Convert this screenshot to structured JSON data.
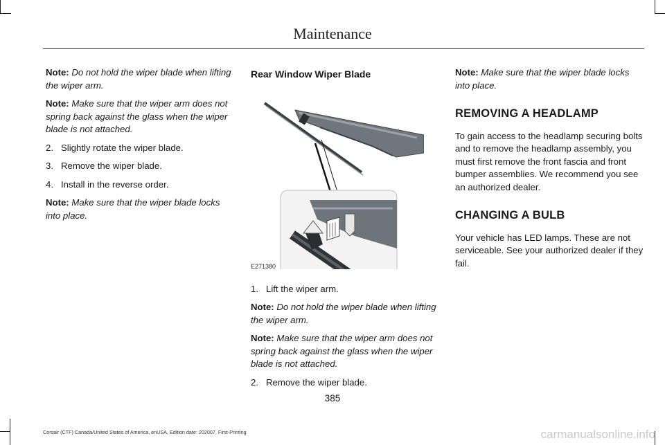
{
  "header": {
    "title": "Maintenance"
  },
  "col1": {
    "note1_label": "Note:",
    "note1_text": "Do not hold the wiper blade when lifting the wiper arm.",
    "note2_label": "Note:",
    "note2_text": "Make sure that the wiper arm does not spring back against the glass when the wiper blade is not attached.",
    "steps": [
      {
        "num": "2.",
        "text": "Slightly rotate the wiper blade."
      },
      {
        "num": "3.",
        "text": "Remove the wiper blade."
      },
      {
        "num": "4.",
        "text": "Install in the reverse order."
      }
    ],
    "note3_label": "Note:",
    "note3_text": "Make sure that the wiper blade locks into place."
  },
  "col2": {
    "heading": "Rear Window Wiper Blade",
    "figure_id": "E271380",
    "step1_num": "1.",
    "step1_text": "Lift the wiper arm.",
    "note1_label": "Note:",
    "note1_text": "Do not hold the wiper blade when lifting the wiper arm.",
    "note2_label": "Note:",
    "note2_text": "Make sure that the wiper arm does not spring back against the glass when the wiper blade is not attached.",
    "step2_num": "2.",
    "step2_text": "Remove the wiper blade."
  },
  "col3": {
    "note_label": "Note:",
    "note_text": "Make sure that the wiper blade locks into place.",
    "section1_heading": "REMOVING A HEADLAMP",
    "section1_text": "To gain access to the headlamp securing bolts and to remove the headlamp assembly, you must first remove the front fascia and front bumper assemblies. We recommend you see an authorized dealer.",
    "section2_heading": "CHANGING A BULB",
    "section2_text": "Your vehicle has LED lamps. These are not serviceable. See your authorized dealer if they fail."
  },
  "footer": {
    "page_number": "385",
    "edition": "Corsair (CTF) Canada/United States of America, enUSA, Edition date: 202007, First-Printing"
  },
  "watermark": {
    "text": "carmanualsonline.info"
  }
}
